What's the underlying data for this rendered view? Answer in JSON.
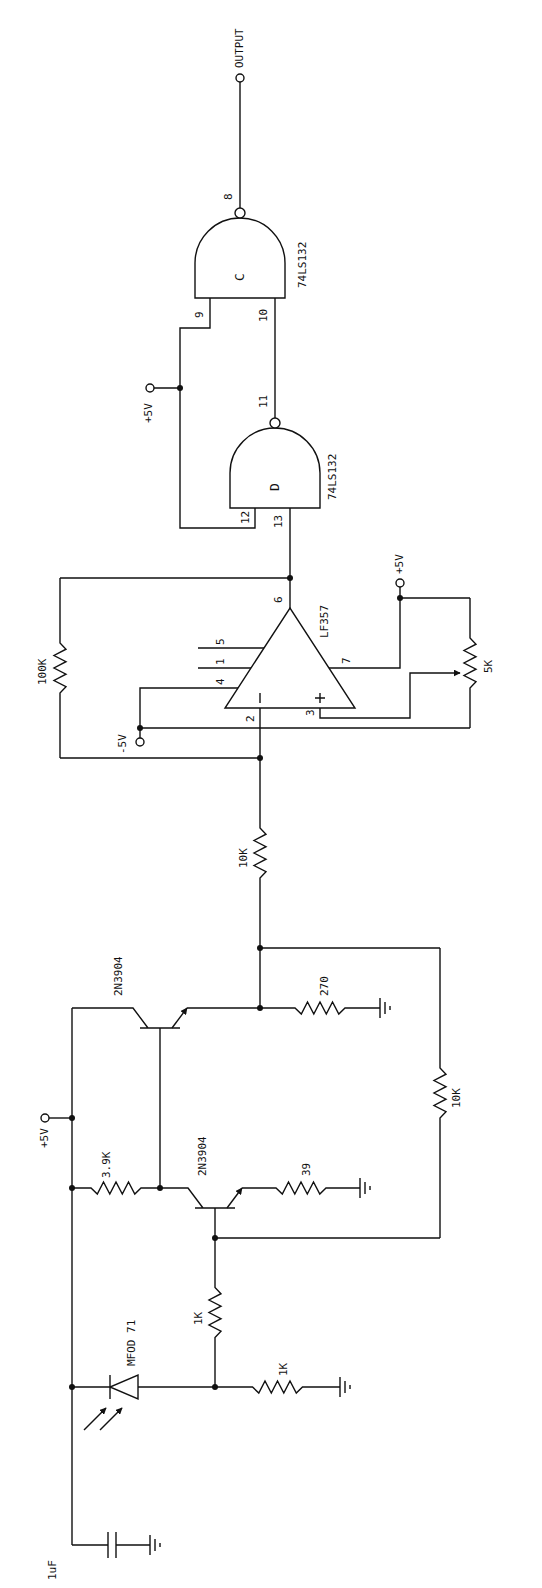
{
  "diagram": {
    "nodes": [
      {
        "text": [
          "D"
        ]
      },
      {
        "text": [
          "C"
        ]
      }
    ],
    "edges": [
      {
        "from": 0,
        "to": 1,
        "arrow": "none"
      }
    ],
    "labels": [
      "OUTPUT",
      "8",
      "74LS132",
      "9",
      "10",
      "11",
      "+5V",
      "74LS132",
      "12",
      "13",
      "100K",
      "-5V",
      "4",
      "1",
      "5",
      "6",
      "LF357",
      "2",
      "3",
      "7",
      "+5V",
      "5K",
      "10K",
      "2N3904",
      "270",
      "+5V",
      "3.9K",
      "2N3904",
      "39",
      "10K",
      "MFOD 71",
      "1K",
      "1K",
      "1uF"
    ]
  }
}
